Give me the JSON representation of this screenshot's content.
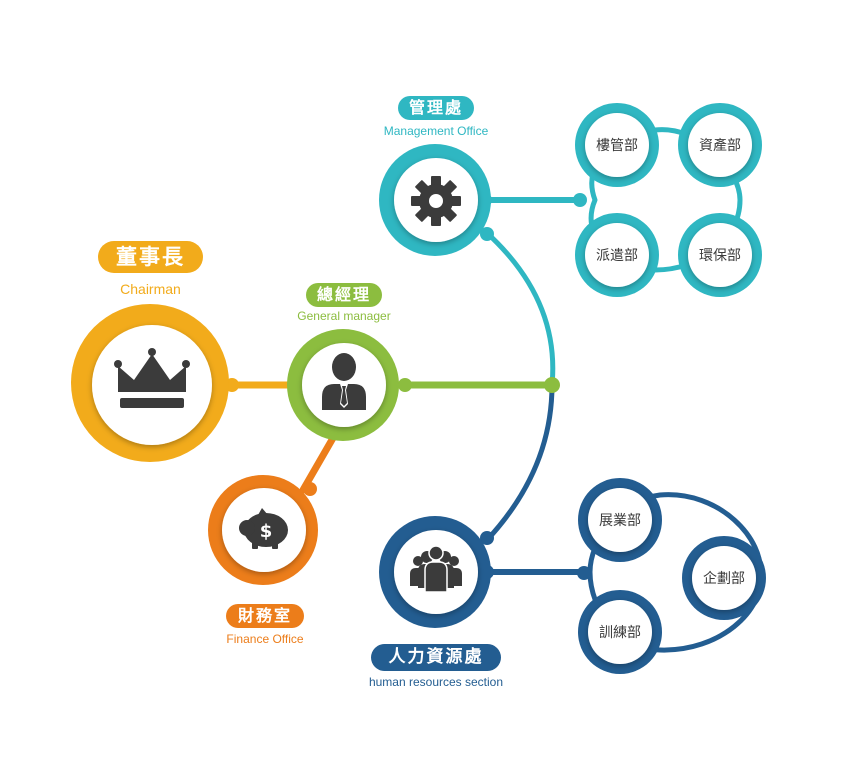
{
  "colors": {
    "orange": "#f2ab1b",
    "dark_orange": "#ec7d1a",
    "green": "#8cbd3f",
    "teal": "#2fb7c2",
    "navy": "#235d91",
    "icon": "#3b3b3b"
  },
  "chairman": {
    "title": "董事長",
    "subtitle": "Chairman",
    "icon": "crown-icon"
  },
  "general_manager": {
    "title": "總經理",
    "subtitle": "General manager",
    "icon": "person-icon"
  },
  "finance_office": {
    "title": "財務室",
    "subtitle": "Finance Office",
    "icon": "piggy-bank-icon"
  },
  "management_office": {
    "title": "管理處",
    "subtitle": "Management Office",
    "icon": "gear-icon",
    "departments": [
      "樓管部",
      "資產部",
      "派遣部",
      "環保部"
    ]
  },
  "hr_section": {
    "title": "人力資源處",
    "subtitle": "human resources section",
    "icon": "group-icon",
    "departments": [
      "展業部",
      "企劃部",
      "訓練部"
    ]
  }
}
